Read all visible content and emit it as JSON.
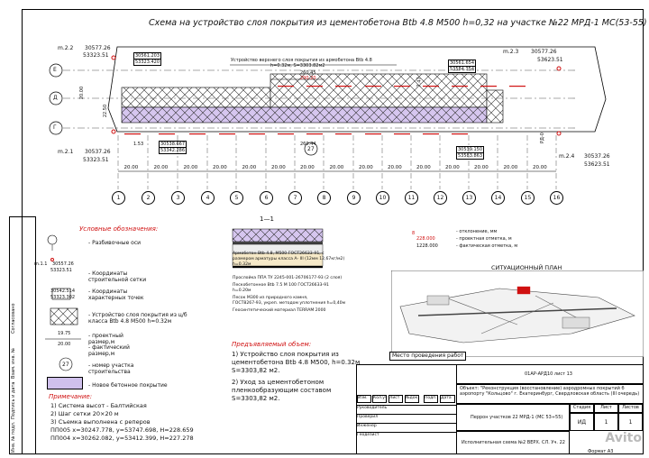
{
  "title": "Схема на устройство слоя покрытия из цементобетона Btb 4.8 М500 h=0,32 на участке №22 МРД-1 МС(53-55)",
  "axis_rows": [
    "Е",
    "Д",
    "Г"
  ],
  "axis_cols": [
    "1",
    "2",
    "3",
    "4",
    "5",
    "6",
    "7",
    "8",
    "9",
    "10",
    "11",
    "12",
    "13",
    "14",
    "15",
    "16"
  ],
  "spacing_label": "20.00",
  "points": {
    "m22": {
      "name": "m.2.2",
      "x": "30577.26",
      "y": "53323.51"
    },
    "m23": {
      "name": "m.2.3",
      "x": "30577.26",
      "y": "53623.51"
    },
    "m21": {
      "name": "m.2.1",
      "x": "30537.26",
      "y": "53323.51"
    },
    "m24": {
      "name": "m.2.4",
      "x": "30537.26",
      "y": "53623.51"
    },
    "c1": [
      "30561.203",
      "53323.420"
    ],
    "c2": [
      "30561.654",
      "53584.354"
    ],
    "c3": [
      "30538.667",
      "53342.286"
    ],
    "c4": [
      "30539.150",
      "53583.863"
    ]
  },
  "plan_labels": {
    "top_layer": "Устройство верхнего слоя покрытия из армобетона Btb 4.8",
    "top_layer2": "h=0.32м, S=3303.82м2",
    "d1": "260.45",
    "d1r": "290.20",
    "d2": "260.44",
    "d3": "22.50",
    "d4": "1.53",
    "d5": "7.47",
    "d6": "20.00",
    "section": "27",
    "rd": "РД-0"
  },
  "legend": {
    "heading": "Условные обозначения:",
    "pt_name": "m.1.1",
    "pt_x": "30557.26",
    "pt_y": "53323.51",
    "box1": "30542.514",
    "box2": "53323.302",
    "proj_val": "19.75",
    "fact_val": "20.00",
    "sect": "27",
    "items": [
      "- Разбивочные оси",
      "- Координаты строительной сетки",
      "- Координаты характерных точек",
      "- Устройство слоя покрытия из ц/б класса Btb 4.8 М500 h=0.32м",
      "- проектный размер,м",
      "- фактический размер,м",
      "- номер участка строительства",
      "- Новое бетонное покрытие"
    ]
  },
  "notes": {
    "heading": "Примечание:",
    "lines": [
      "1)   Система высот - Балтийская",
      "2)   Шаг сетки 20×20 м",
      "3)   Съемка выполнена с реперов",
      "      ПП005 x=30247.778, y=53747.698, H=228.659",
      "      ПП004 x=30262.082, y=53412.399, H=227.278"
    ]
  },
  "section": {
    "title": "1—1",
    "layers": [
      "Армобетон Btb 4.8, M500 ГОСТ26633-91, с",
      "размером арматуры класса А- III (12мм 12,67кг/м2)",
      "h=0.32м",
      "Прослойка ППА ТУ 2245-001-26706177-93 (2 слоя)",
      "Пескобетонное Btb 7.5 M 100 ГОСТ26633-91",
      "h=0.20м",
      "Песок M300 из природного камня,",
      "ГОСТ8267-93, укреп. методом уплотнения h=0,40м",
      "Геосинтетический материал TERRAM 2000"
    ]
  },
  "volume": {
    "heading": "Предъявляемый объем:",
    "lines": [
      "1) Устройство слоя покрытия из",
      "цементобетона Btb 4.8 М500, h=0.32м",
      "S=3303,82 м2.",
      "2) Уход за цементобетоном",
      "пленкообразующим составом",
      "S=3303,82 м2."
    ]
  },
  "marks_legend": {
    "v1": "8",
    "v2": "228.000",
    "v3": "1228.000",
    "l1": "- отклонение, мм",
    "l2": "- проектная отметка, м",
    "l3": "- фактическая отметка, м"
  },
  "site": {
    "title": "СИТУАЦИОННЫЙ ПЛАН",
    "caption": "Место проведения работ"
  },
  "stamp": {
    "code": "01АР-АРД10 лист 13",
    "object": "Объект: \"Реконструкция (восстановление) аэродромных покрытий б аэропорту \"Кольцово\" г. Екатеринбург, Свердловская область (III очередь)",
    "sheet_title": "Перрон участков 22 МРД-1 (МС 53÷55)",
    "scheme": "Исполнительная схема №2 ВЕРХ. СЛ. Уч. 22",
    "head": [
      "Изм.",
      "Кол.уч",
      "Лист",
      "№док.",
      "Подп.",
      "Дата"
    ],
    "roles": [
      "Руководитель",
      "Проверил",
      "Инженер",
      "Геодезист"
    ],
    "stage_h": [
      "Стадия",
      "Лист",
      "Листов"
    ],
    "stage_v": [
      "ИД",
      "1",
      "1"
    ],
    "format": "Формат А3"
  },
  "side": [
    "Согласовано",
    "Взам. инв. №",
    "Подпись и дата",
    "Инв. № подл."
  ],
  "watermark": "Avito"
}
